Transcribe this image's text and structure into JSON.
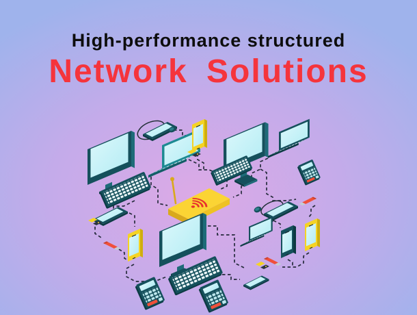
{
  "banner": {
    "subtitle": "High-performance structured",
    "title": "Network Solutions"
  },
  "colors": {
    "background_blue": "#9fb3ec",
    "background_pink": "#dcaae6",
    "subtitle_text": "#0d0d0d",
    "title_accent": "#f5343c",
    "device_teal_dark": "#15505c",
    "device_teal_light": "#1d8a92",
    "screen_cyan": "#c9f2f7",
    "device_yellow": "#f5d324",
    "router_yellow": "#fbd434",
    "accent_red": "#f0503a",
    "wifi_red": "#e8302e",
    "connector_line": "#262b3d"
  },
  "illustration": {
    "description": "Isometric network of devices linked by dashed lines to a central wifi router",
    "icons": [
      "wifi-router-icon",
      "wifi-signal-icon",
      "desktop-monitor-icon",
      "keyboard-icon",
      "laptop-icon",
      "smartphone-icon",
      "tablet-icon",
      "calculator-icon",
      "usb-drive-icon",
      "memory-card-icon",
      "computer-mouse-icon",
      "network-link-line"
    ]
  }
}
